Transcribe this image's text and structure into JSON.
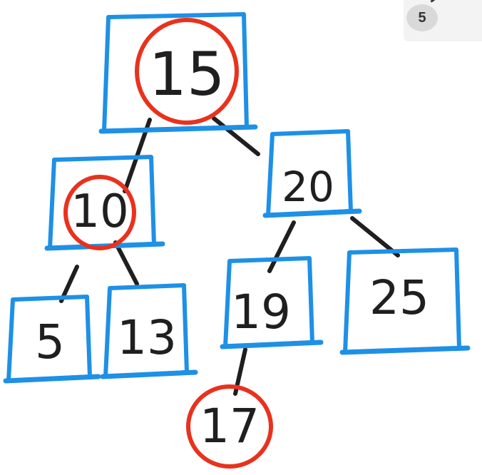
{
  "page_indicator": "5",
  "colors": {
    "box": "#1e90e6",
    "circle": "#e8321e",
    "ink": "#1f1f1f",
    "badge_bg": "#f3f3f3",
    "badge_circle": "#d9d9d9"
  },
  "tree": {
    "nodes": [
      {
        "id": "n15",
        "label": "15",
        "boxed": true,
        "circled": true
      },
      {
        "id": "n10",
        "label": "10",
        "boxed": true,
        "circled": true
      },
      {
        "id": "n20",
        "label": "20",
        "boxed": true,
        "circled": false
      },
      {
        "id": "n5",
        "label": "5",
        "boxed": true,
        "circled": false
      },
      {
        "id": "n13",
        "label": "13",
        "boxed": true,
        "circled": false
      },
      {
        "id": "n19",
        "label": "19",
        "boxed": true,
        "circled": false
      },
      {
        "id": "n25",
        "label": "25",
        "boxed": true,
        "circled": false
      },
      {
        "id": "n17",
        "label": "17",
        "boxed": false,
        "circled": true
      }
    ],
    "edges": [
      {
        "from": "n15",
        "to": "n10"
      },
      {
        "from": "n15",
        "to": "n20"
      },
      {
        "from": "n10",
        "to": "n5"
      },
      {
        "from": "n10",
        "to": "n13"
      },
      {
        "from": "n20",
        "to": "n19"
      },
      {
        "from": "n20",
        "to": "n25"
      },
      {
        "from": "n19",
        "to": "n17"
      }
    ]
  }
}
